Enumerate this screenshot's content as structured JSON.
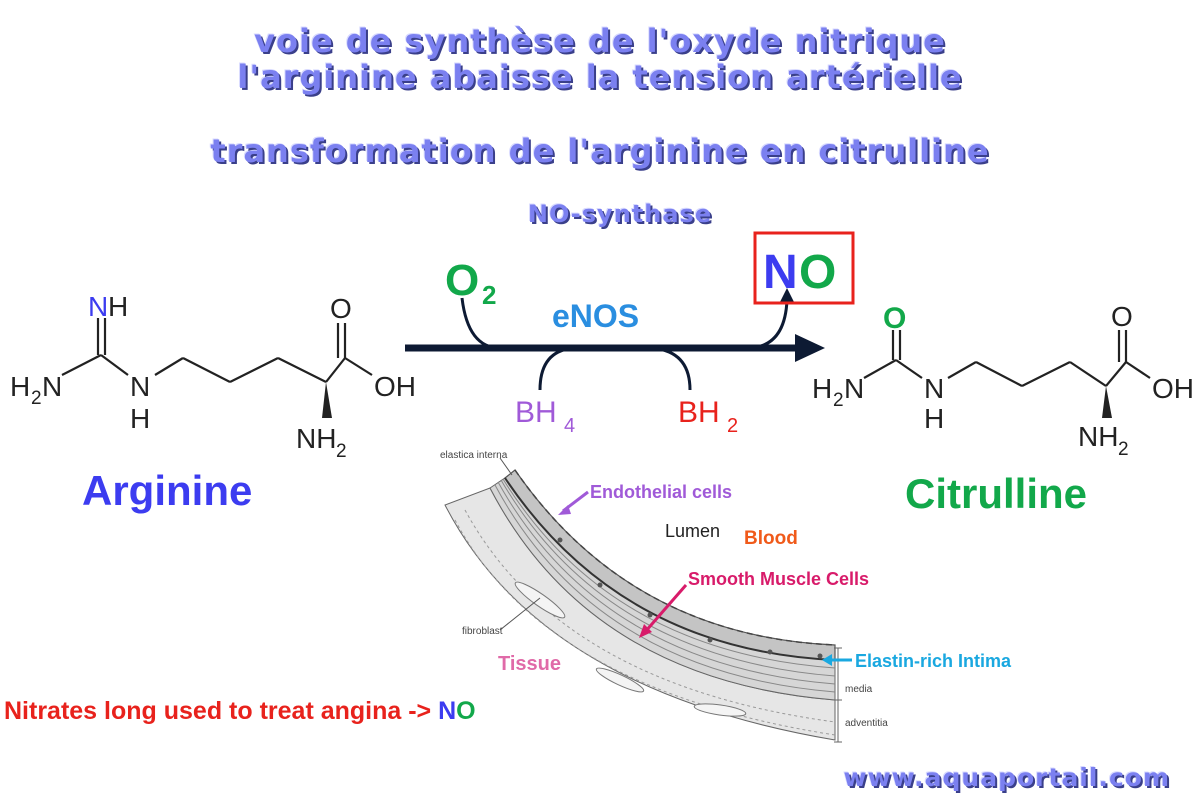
{
  "titles": {
    "line1": "voie de synthèse de l'oxyde nitrique",
    "line2": "l'arginine abaisse la tension artérielle",
    "line3": "transformation de l'arginine en citrulline",
    "enzyme": "NO-synthase"
  },
  "reaction": {
    "reactant_name": "Arginine",
    "product_name": "Citrulline",
    "o2": {
      "main": "O",
      "sub": "2"
    },
    "enos": "eNOS",
    "bh4": {
      "main": "BH",
      "sub": "4"
    },
    "bh2": {
      "main": "BH",
      "sub": "2"
    },
    "no_n": "N",
    "no_o": "O"
  },
  "arginine_labels": {
    "nh_n": "N",
    "nh_h": "H",
    "h2n_h": "H",
    "h2n_2": "2",
    "h2n_n": "N",
    "n_right": "N",
    "h_below": "H",
    "o_top": "O",
    "oh": "OH",
    "nh2_n": "NH",
    "nh2_2": "2"
  },
  "citrulline_labels": {
    "o_green": "O",
    "h2n_h": "H",
    "h2n_2": "2",
    "h2n_n": "N",
    "n_right": "N",
    "h_below": "H",
    "o_top": "O",
    "oh": "OH",
    "nh2_n": "NH",
    "nh2_2": "2"
  },
  "vessel": {
    "elastica_interna": "elastica interna",
    "endothelial": "Endothelial  cells",
    "lumen": "Lumen",
    "blood": "Blood",
    "smooth_muscle": "Smooth Muscle Cells",
    "fibroblast": "fibroblast",
    "tissue": "Tissue",
    "intima": "Elastin-rich  Intima",
    "media": "media",
    "adventitia": "adventitia"
  },
  "footer": {
    "nitrates": "Nitrates long used to treat angina -> ",
    "no_n": "N",
    "no_o": "O",
    "website": "www.aquaportail.com"
  },
  "colors": {
    "title": "#7b80f0",
    "blue": "#3c3cf0",
    "green": "#12a84a",
    "red": "#e8221c",
    "purple": "#a05ad8",
    "enos_blue": "#2a8ee0",
    "magenta": "#d81b6a",
    "cyan": "#1aa8e0",
    "orange": "#f05a1a",
    "pink": "#e06aa8"
  }
}
